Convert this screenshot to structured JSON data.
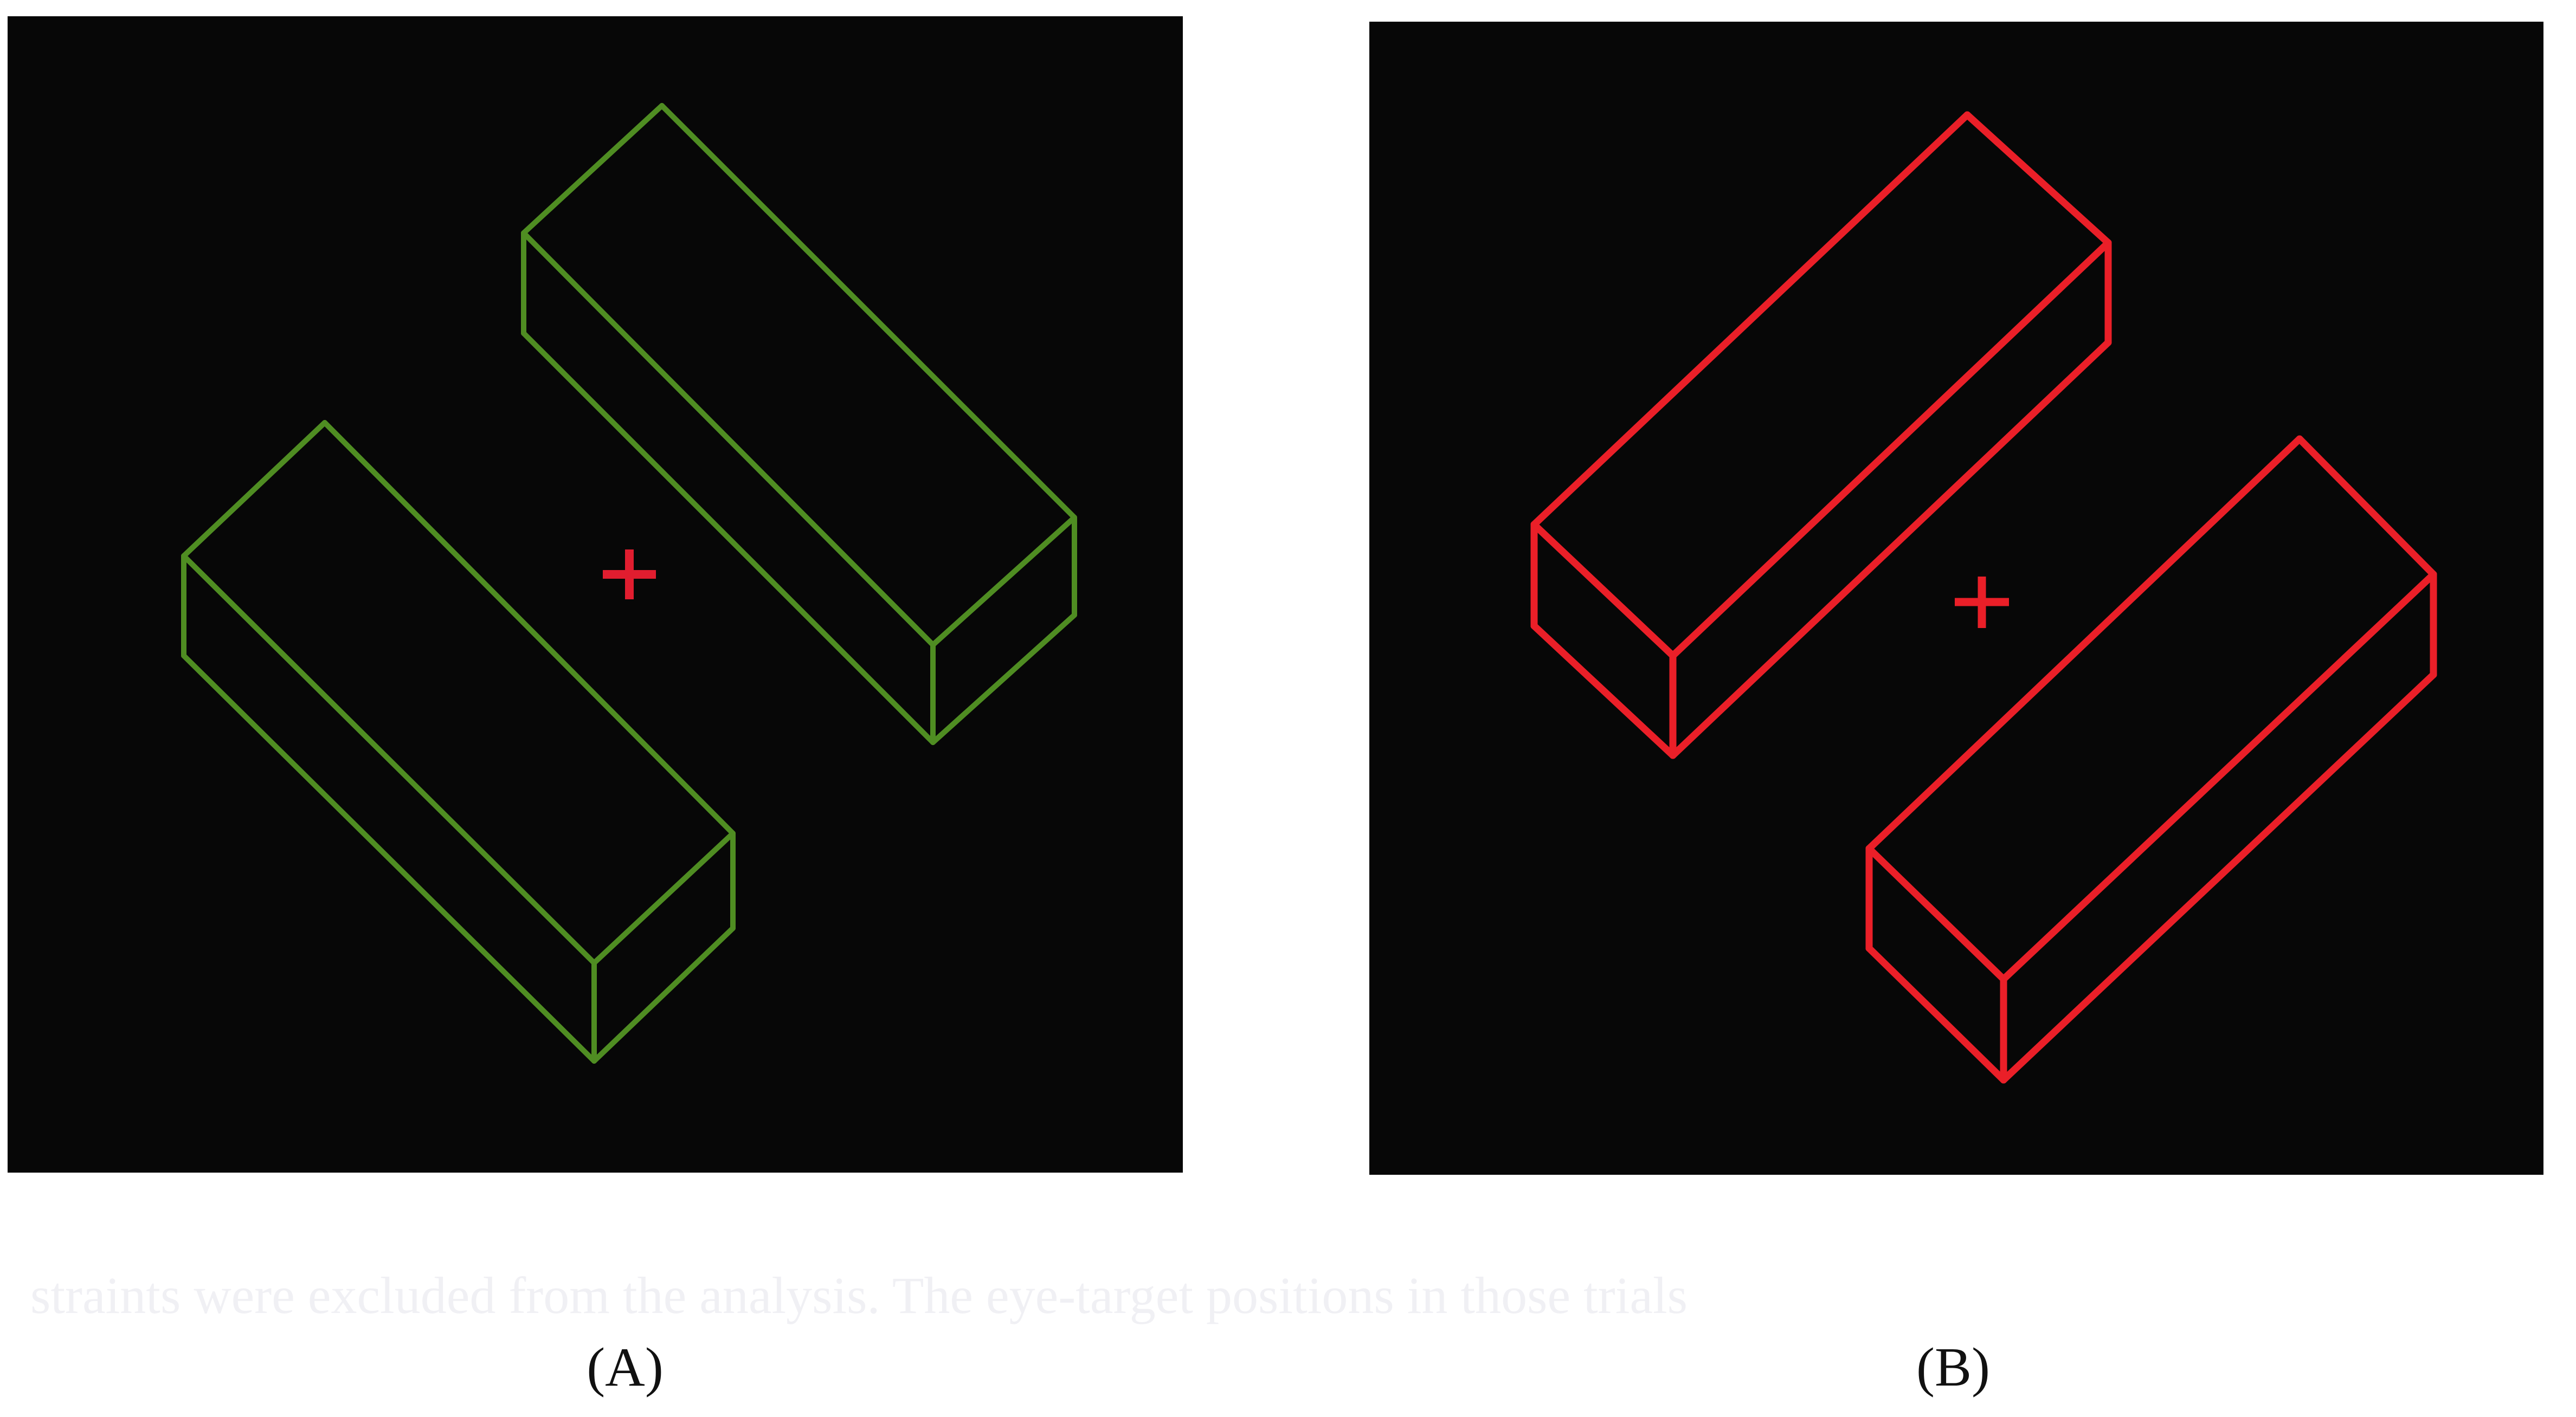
{
  "figure": {
    "panels": [
      {
        "caption": "(A)",
        "background": "#070707",
        "stroke_color": "#4f8d22",
        "fixation_color": "#e11d2f"
      },
      {
        "caption": "(B)",
        "background": "#070707",
        "stroke_color": "#ea1f28",
        "fixation_color": "#ea1f28"
      }
    ],
    "background_text": {
      "bottom_line": "straints were excluded from the analysis. The eye-target positions in those trials"
    }
  }
}
